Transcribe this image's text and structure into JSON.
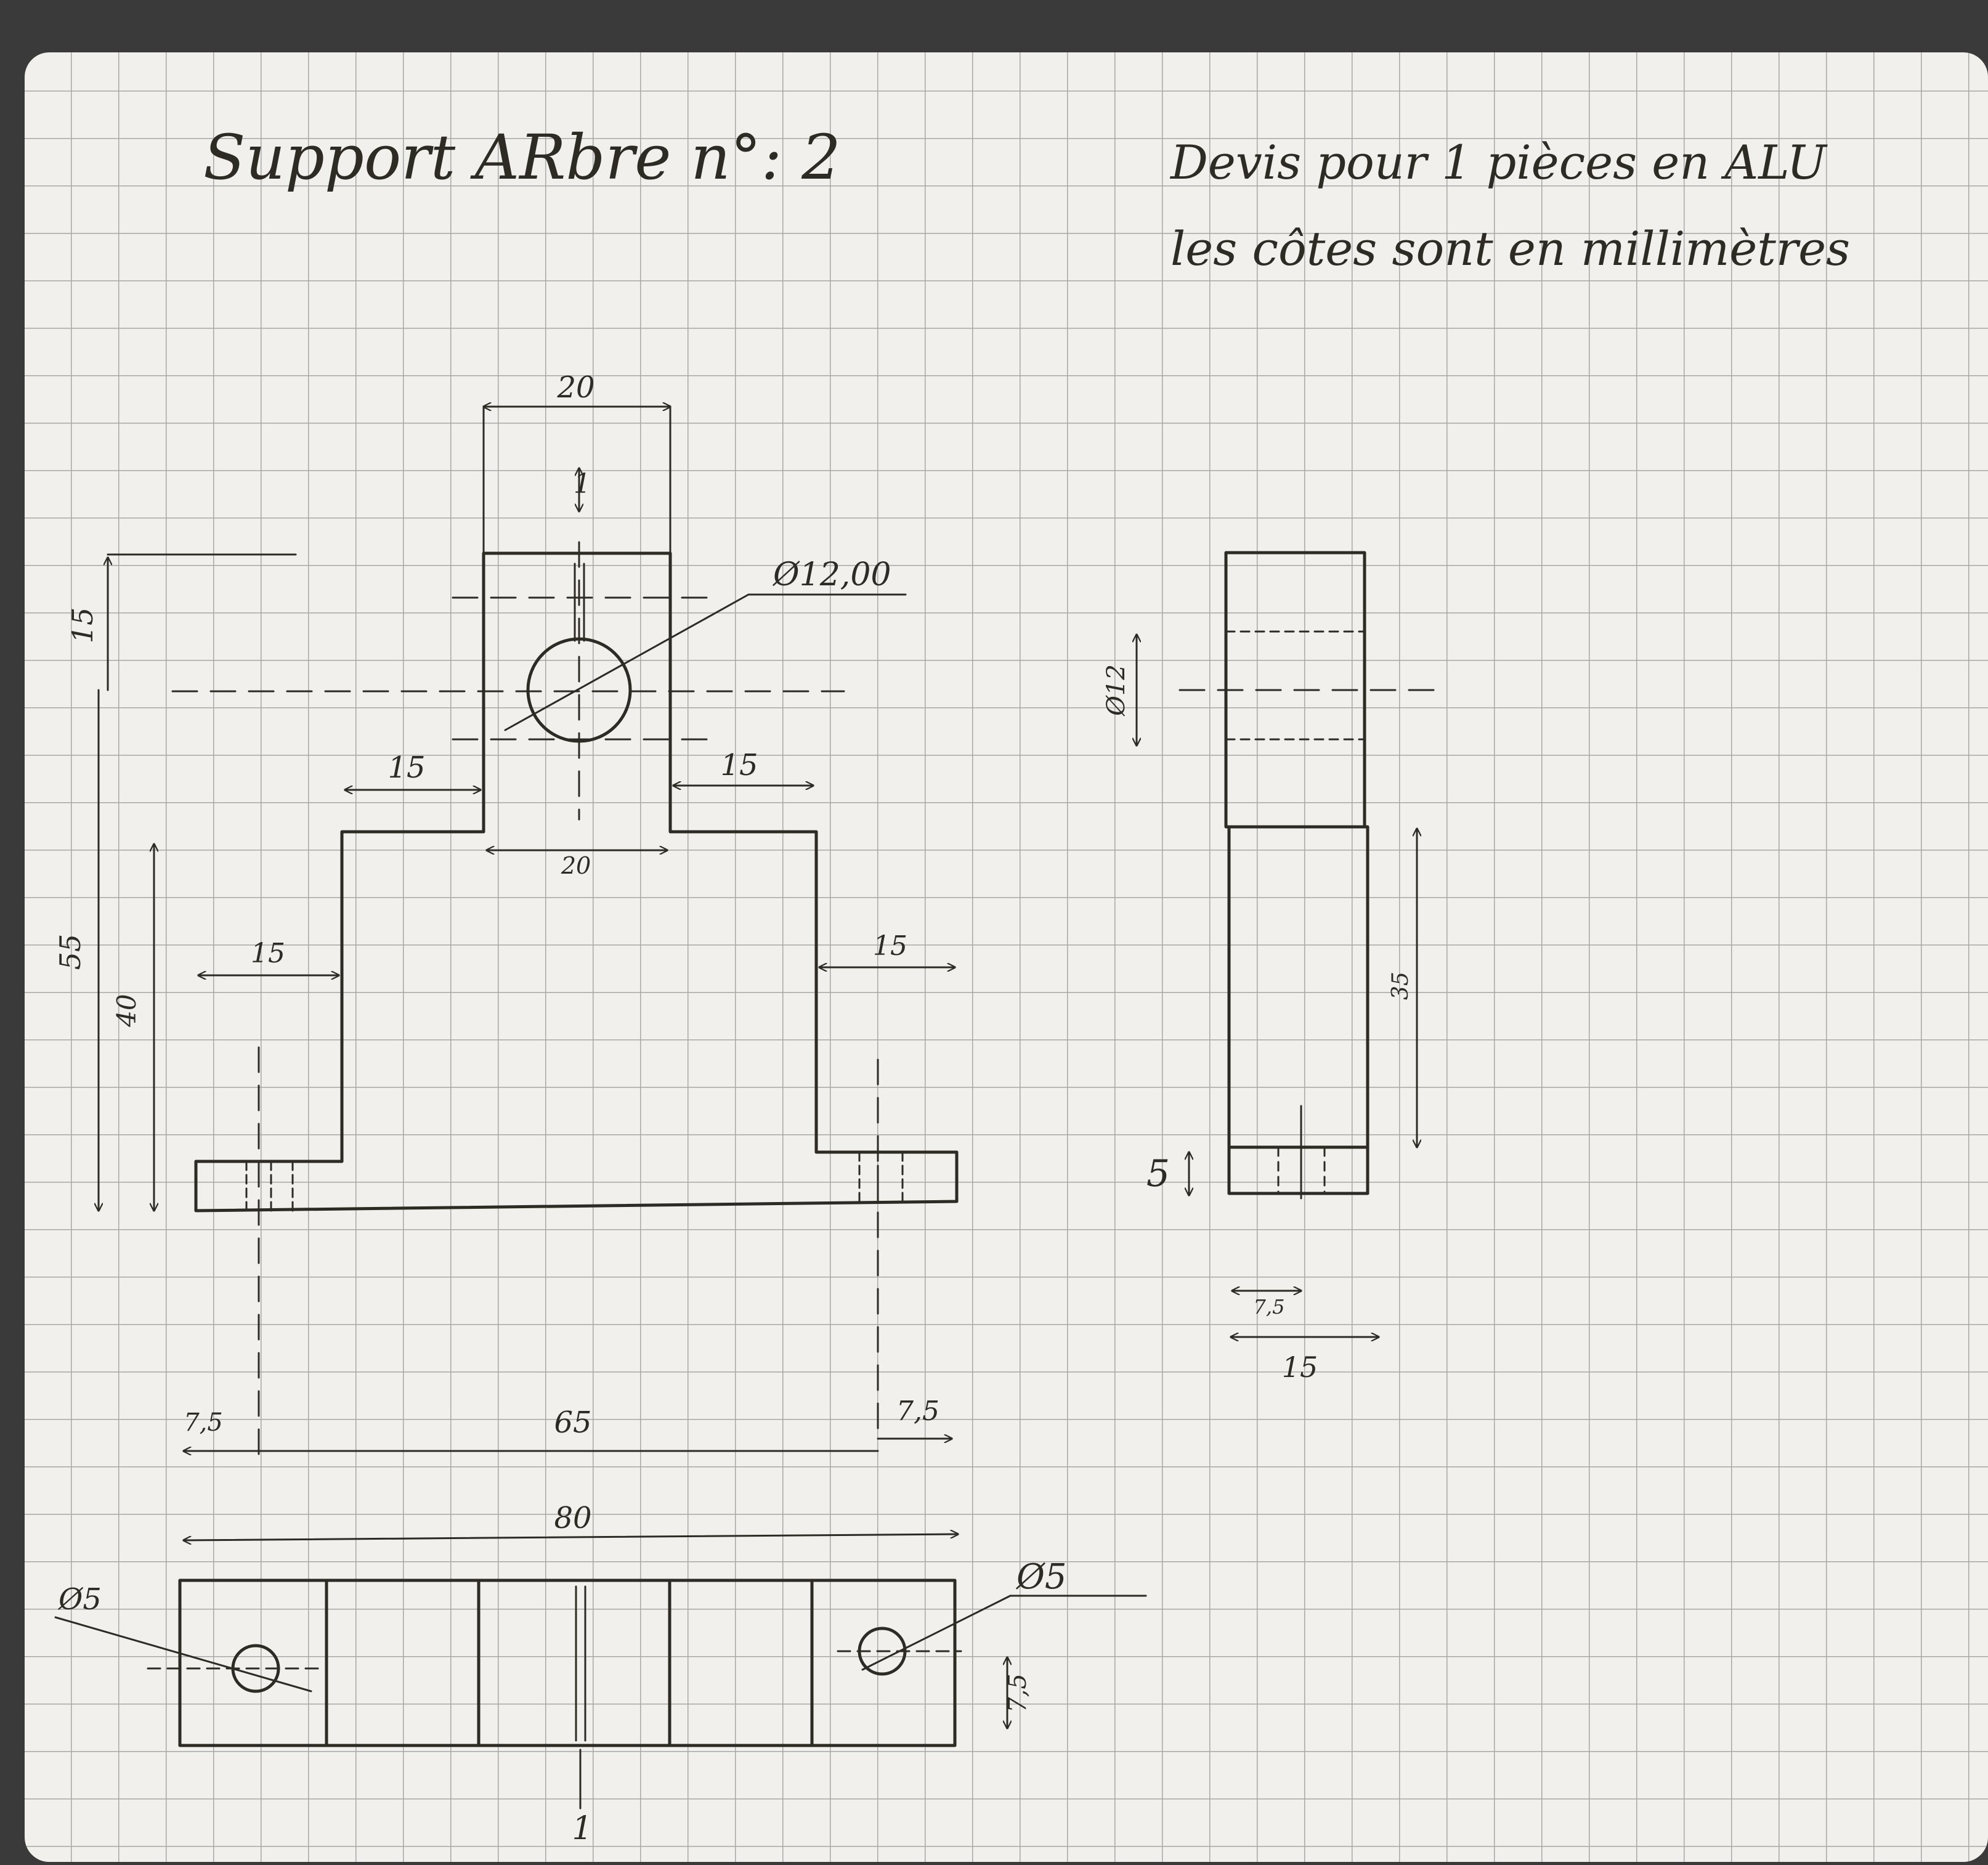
{
  "header": {
    "title": "Support ARbre n°: 2",
    "note_line1": "Devis pour 1 pièces en ALU",
    "note_line2": "les côtes sont en millimètres"
  },
  "front_view": {
    "dim_top_width": "20",
    "dim_slot": "1",
    "dim_bore_diameter": "Ø12,00",
    "dim_left_step": "15",
    "dim_right_step": "15",
    "dim_inner_width": "20",
    "dim_left_foot": "15",
    "dim_right_foot": "15",
    "dim_bore_height": "15",
    "dim_total_height": "55",
    "dim_base_height": "40"
  },
  "side_view": {
    "dim_bore_diameter": "Ø12",
    "dim_height": "35",
    "dim_foot_thickness": "5",
    "dim_hole_offset": "7,5",
    "dim_width": "15"
  },
  "plan_view": {
    "dim_left_offset": "7,5",
    "dim_hole_spacing": "65",
    "dim_right_offset": "7,5",
    "dim_total_length": "80",
    "dim_hole_left": "Ø5",
    "dim_hole_right": "Ø5",
    "dim_hole_depth": "7,5",
    "dim_slot_width": "1"
  },
  "colors": {
    "paper": "#f1f0ec",
    "grid": "#a7a7a7",
    "ink": "#2e2a24",
    "background": "#3a3a3a"
  }
}
